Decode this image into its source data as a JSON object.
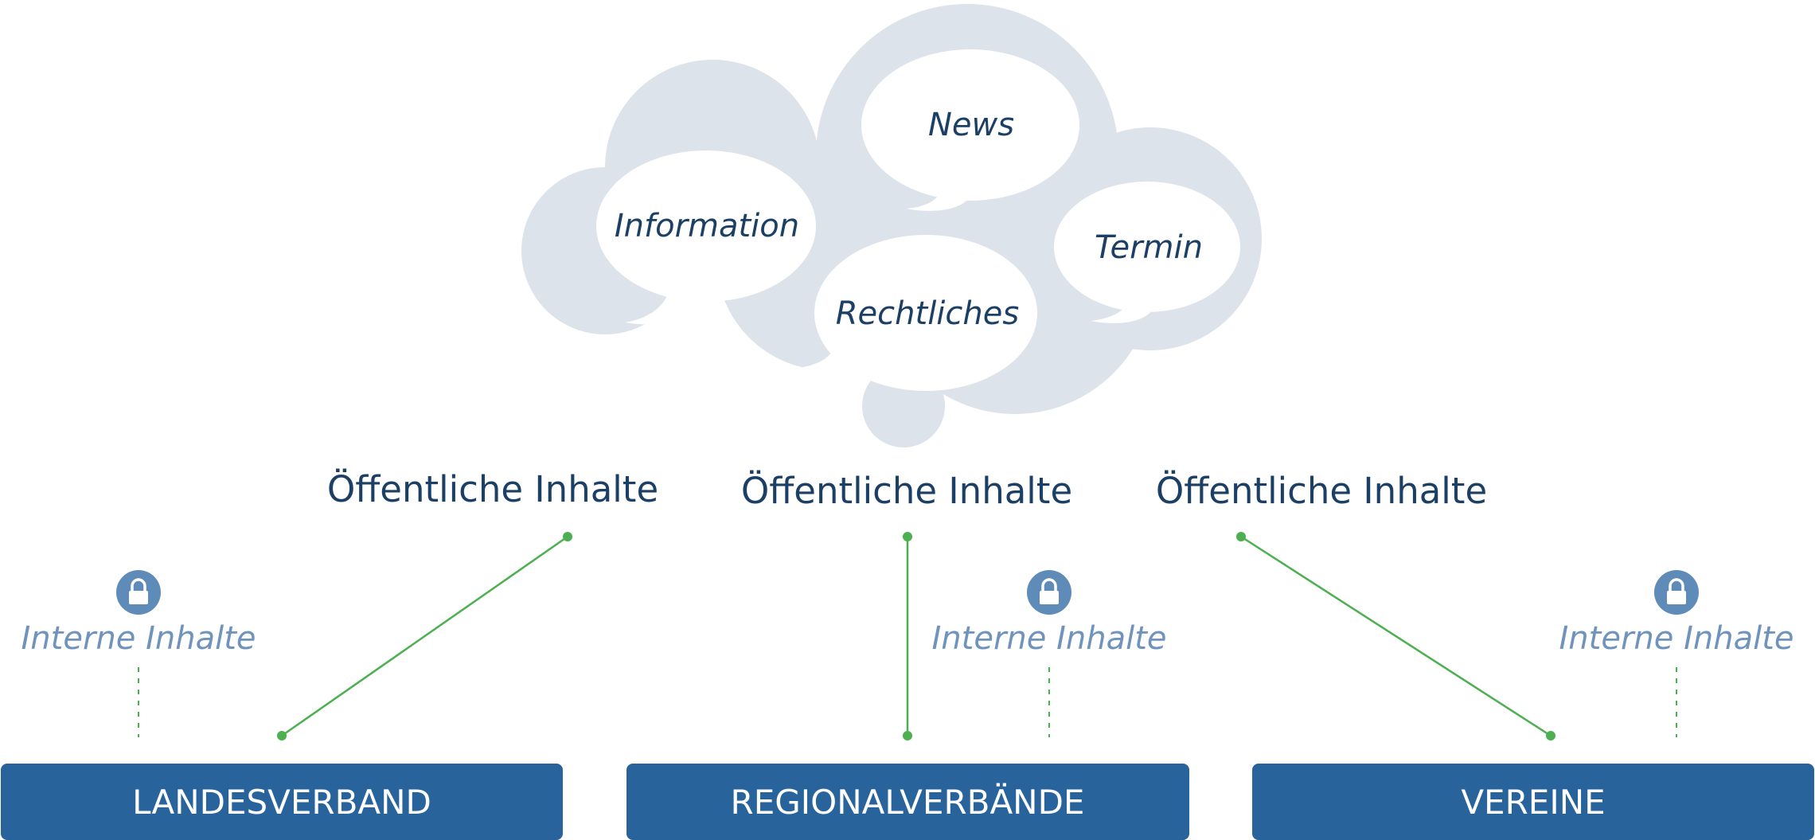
{
  "colors": {
    "cloud": "#dde3ea",
    "bubble": "#ffffff",
    "bubble_text": "#1c3f66",
    "public_text": "#1c3f66",
    "internal_text": "#6f93bd",
    "lock_badge": "#5f8bb8",
    "connector": "#4caf50",
    "box": "#28639b",
    "box_text": "#ffffff"
  },
  "cloud_bubbles": [
    "News",
    "Information",
    "Termin",
    "Rechtliches"
  ],
  "public_labels": [
    "Öffentliche Inhalte",
    "Öffentliche Inhalte",
    "Öffentliche Inhalte"
  ],
  "internal_labels": [
    "Interne Inhalte",
    "Interne Inhalte",
    "Interne Inhalte"
  ],
  "boxes": [
    "LANDESVERBAND",
    "REGIONALVERBÄNDE",
    "VEREINE"
  ],
  "icons": {
    "lock": "lock-icon",
    "cloud": "cloud-shape"
  }
}
